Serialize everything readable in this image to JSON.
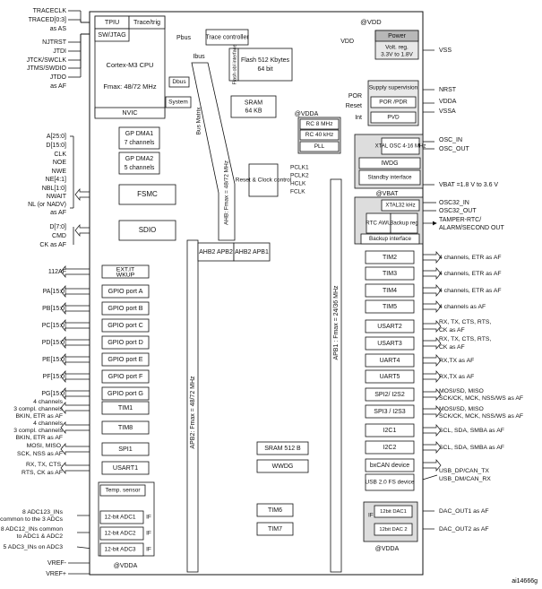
{
  "figure_id": "ai14666g",
  "chip": {
    "tpiu": "TPIU",
    "sw_jtag": "SW/JTAG",
    "trace_trig": "Trace/trig",
    "cpu": "Cortex-M3 CPU",
    "fmax_cpu": "Fmax: 48/72 MHz",
    "nvic": "NVIC",
    "bus_ibus": "Ibus",
    "bus_dbus": "Dbus",
    "bus_system": "System",
    "bus_matrix": "Bus Matrix",
    "pbus": "Pbus",
    "trace_controller": "Trace controller",
    "flash_obl": "Flash obl interface",
    "flash": "Flash 512 Kbytes",
    "flash_bits": "64 bit",
    "sram": "SRAM",
    "sram_size": "64 KB",
    "gp_dma1": "GP DMA1",
    "gp_dma1_ch": "7 channels",
    "gp_dma2": "GP DMA2",
    "gp_dma2_ch": "5 channels",
    "fsmc": "FSMC",
    "sdio": "SDIO",
    "ahb_bus": "AHB: Fmax = 48/72 MHz",
    "ahb2apb2": "AHB2 APB2",
    "ahb2apb1": "AHB2 APB1",
    "apb2_bus": "APB2: Fmax = 48/72 MHz",
    "apb1_bus": "APB1 : Fmax = 24/36 MHz",
    "exti": "EXT.IT WKUP",
    "gpio_a": "GPIO port A",
    "gpio_b": "GPIO port B",
    "gpio_c": "GPIO port C",
    "gpio_d": "GPIO port D",
    "gpio_e": "GPIO port E",
    "gpio_f": "GPIO port F",
    "gpio_g": "GPIO port G",
    "tim1": "TIM1",
    "tim8": "TIM8",
    "spi1": "SPI1",
    "usart1": "USART1",
    "temp_sensor": "Temp. sensor",
    "adc1": "12-bit ADC1",
    "adc2": "12-bit ADC2",
    "adc3": "12-bit ADC3",
    "adc_if": "IF",
    "vdda_bottom": "@VDDA",
    "vdd_top": "@VDD",
    "power": "Power",
    "volt_reg": "Volt. reg.",
    "volt_range": "3.3V to 1.8V",
    "supply_supervision": "Supply supervision",
    "por_pdr": "POR /PDR",
    "pvd": "PVD",
    "por": "POR",
    "reset": "Reset",
    "int": "Int",
    "vdda_mid": "@VDDA",
    "rc8": "RC 8 MHz",
    "rc40": "RC 40 kHz",
    "pll": "PLL",
    "reset_clock": "Reset & Clock control",
    "pclk1": "PCLK1",
    "pclk2": "PCLK2",
    "hclk": "HCLK",
    "fclk": "FCLK",
    "xtal_osc": "XTAL OSC 4-16 MHz",
    "iwdg": "IWDG",
    "standby": "Standby interface",
    "vbat_at": "@VBAT",
    "xtal32": "XTAL32 kHz",
    "rtc": "RTC AWU",
    "backup_reg": "Backup reg",
    "backup_if": "Backup interface",
    "tim2": "TIM2",
    "tim3": "TIM3",
    "tim4": "TIM4",
    "tim5": "TIM5",
    "usart2": "USART2",
    "usart3": "USART3",
    "uart4": "UART4",
    "uart5": "UART5",
    "spi2": "SPI2/ I2S2",
    "spi3": "SPI3 / I2S3",
    "i2c1": "I2C1",
    "i2c2": "I2C2",
    "sram512": "SRAM 512 B",
    "wwdg": "WWDG",
    "bxcan": "bxCAN device",
    "usb": "USB 2.0 FS device",
    "tim6": "TIM6",
    "tim7": "TIM7",
    "dac1": "12bit DAC1",
    "dac2": "12bit DAC 2",
    "dac_if": "IF",
    "vdda_dac": "@VDDA"
  },
  "left_pins": {
    "traceclk": "TRACECLK",
    "traced": "TRACED[0:3]",
    "traced_as": "as AS",
    "njtrst": "NJTRST",
    "jtdi": "JTDI",
    "jtck": "JTCK/SWCLK",
    "jtms": "JTMS/SWDIO",
    "jtdo": "JTDO",
    "jtdo_as": "as AF",
    "a": "A[25:0]",
    "d": "D[15:0]",
    "clk": "CLK",
    "noe": "NOE",
    "nwe": "NWE",
    "ne": "NE[4:1]",
    "nbl": "NBL[1:0]",
    "nwait": "NWAIT",
    "nl": "NL (or NADV)",
    "nl_as": "as AF",
    "sd_d": "D[7:0]",
    "cmd": "CMD",
    "ck": "CK as AF",
    "af112": "112AF",
    "pa": "PA[15:0]",
    "pb": "PB[15:0]",
    "pc": "PC[15:0]",
    "pd": "PD[15:0]",
    "pe": "PE[15:0]",
    "pf": "PF[15:0]",
    "pg": "PG[15:0]",
    "tim1_1": "4 channels",
    "tim1_2": "3 compl. channels",
    "tim1_3": "BKIN, ETR as AF",
    "tim8_1": "4 channels",
    "tim8_2": "3 compl. channels",
    "tim8_3": "BKIN, ETR as AF",
    "spi1_1": "MOSI, MISO,",
    "spi1_2": "SCK, NSS as AF",
    "usart1_1": "RX, TX, CTS,",
    "usart1_2": "RTS, CK as AF",
    "adc_1a": "8 ADC123_INs",
    "adc_1b": "common to the 3 ADCs",
    "adc_2a": "8 ADC12_INs common",
    "adc_2b": "to ADC1 & ADC2",
    "adc_3": "5 ADC3_INs on ADC3",
    "vref_minus": "VREF-",
    "vref_plus": "VREF+"
  },
  "right_pins": {
    "vdd": "VDD",
    "vss": "VSS",
    "nrst": "NRST",
    "vdda": "VDDA",
    "vssa": "VSSA",
    "osc_in": "OSC_IN",
    "osc_out": "OSC_OUT",
    "vbat": "VBAT =1.8 V to 3.6 V",
    "osc32_in": "OSC32_IN",
    "osc32_out": "OSC32_OUT",
    "tamper_1": "TAMPER-RTC/",
    "tamper_2": "ALARM/SECOND OUT",
    "tim2": "4 channels, ETR as AF",
    "tim3": "4 channels, ETR as AF",
    "tim4": "4 channels, ETR as AF",
    "tim5": "4 channels as AF",
    "usart2_1": "RX, TX, CTS, RTS,",
    "usart2_2": "CK as AF",
    "usart3_1": "RX, TX, CTS, RTS,",
    "usart3_2": "CK as AF",
    "uart4": "RX,TX as AF",
    "uart5": "RX,TX as AF",
    "spi2_1": "MOSI/SD, MISO",
    "spi2_2": "SCK/CK, MCK, NSS/WS as AF",
    "spi3_1": "MOSI/SD, MISO",
    "spi3_2": "SCK/CK, MCK, NSS/WS as AF",
    "i2c1": "SCL, SDA, SMBA as AF",
    "i2c2": "SCL, SDA, SMBA as AF",
    "can_tx": "USB_DP/CAN_TX",
    "can_rx": "USB_DM/CAN_RX",
    "dac1": "DAC_OUT1 as AF",
    "dac2": "DAC_OUT2 as AF",
    "vdda_bottom": "@VDDA"
  }
}
